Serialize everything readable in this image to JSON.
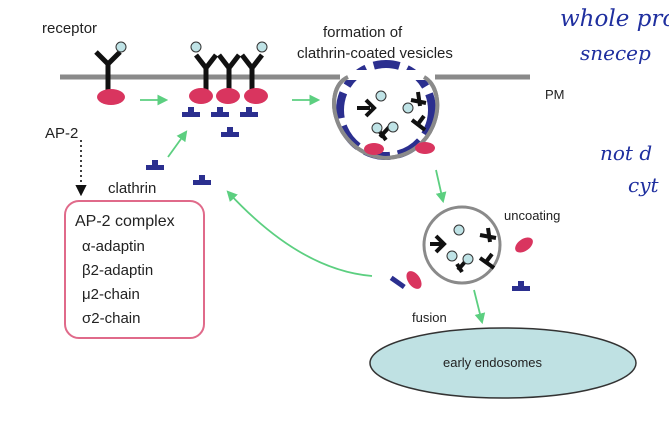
{
  "labels": {
    "receptor": "receptor",
    "ap2": "AP-2",
    "formation_line1": "formation of",
    "formation_line2": "clathrin-coated vesicles",
    "pm": "PM",
    "clathrin": "clathrin",
    "uncoating": "uncoating",
    "fusion": "fusion",
    "early_endosomes": "early endosomes"
  },
  "ap2_complex": {
    "title": "AP-2 complex",
    "items": [
      "α-adaptin",
      "β2-adaptin",
      "μ2-chain",
      "σ2-chain"
    ]
  },
  "handwriting": {
    "line1": "whole pro",
    "line2": "snecep",
    "line3": "not d",
    "line4": "cyt"
  },
  "colors": {
    "membrane": "#8a8a8a",
    "ap2": "#d9355f",
    "clathrin": "#2b2f8f",
    "ligand": "#bfe3e6",
    "arrow": "#5ccf80",
    "box_border": "#e06a8a",
    "endosome_fill": "#bfe1e3",
    "handwriting": "#1f2f9f"
  }
}
